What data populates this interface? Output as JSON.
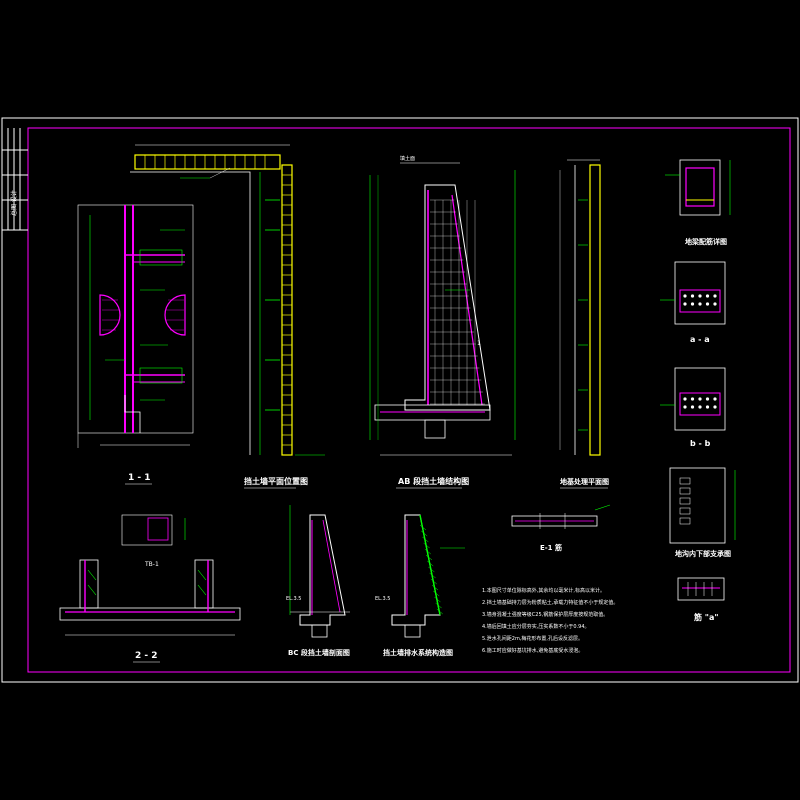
{
  "drawing": {
    "title_block_text": "总图 设计",
    "views": {
      "section_1_1": "1 - 1",
      "plan_layout": "挡土墙平面位置图",
      "wall_elevation": "AB 段挡土墙结构图",
      "ground_elevation": "地基处理平面图",
      "beam_reinf": "地梁配筋详图",
      "section_a_a": "a - a",
      "section_b_b": "b - b",
      "column_reinf": "地沟内下部支承图",
      "section_2_2": "2 - 2",
      "wall_section_b": "BC 段挡土墙剖面图",
      "wall_drain": "挡土墙排水系统构造图",
      "bar_detail": "E-1 筋",
      "bar_a": "筋 \"a\""
    },
    "notes": [
      "1.本图尺寸单位除标高外,其余均以毫米计,标高以米计。",
      "2.挡土墙基础持力层为粉质粘土,承载力特征值不小于规定值。",
      "3.墙身混凝土强度等级C25,钢筋保护层厚度按规范取值。",
      "4.墙后回填土应分层夯实,压实系数不小于0.94。",
      "5.泄水孔间距2m,梅花形布置,孔后设反滤层。",
      "6.施工时应做好基坑排水,避免基底受水浸泡。"
    ]
  }
}
